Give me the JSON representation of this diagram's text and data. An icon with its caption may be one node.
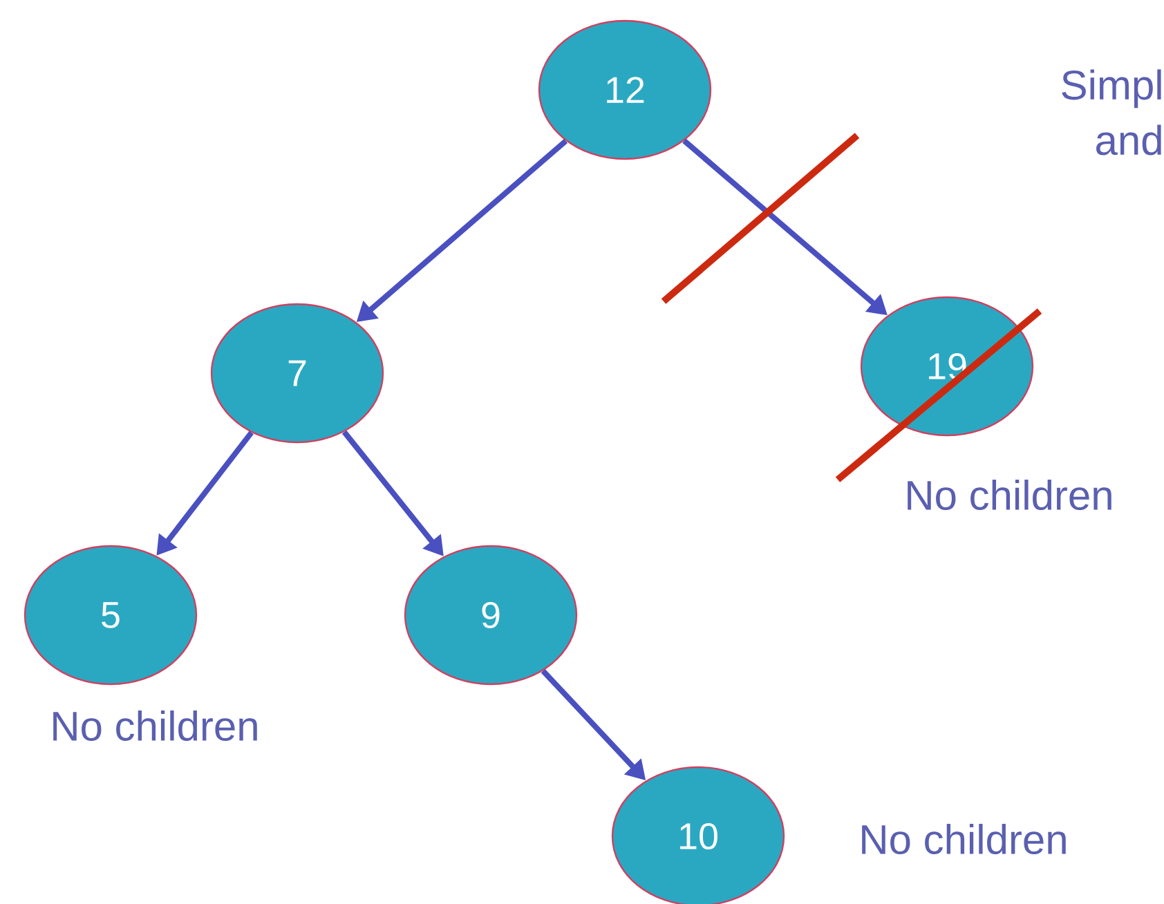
{
  "diagram": {
    "nodes": [
      {
        "text": [
          "12"
        ]
      },
      {
        "text": [
          "7"
        ]
      },
      {
        "text": [
          "19"
        ],
        "beside": [
          "No children"
        ]
      },
      {
        "text": [
          "5"
        ],
        "beside": [
          "No children"
        ]
      },
      {
        "text": [
          "9"
        ]
      },
      {
        "text": [
          "10"
        ],
        "beside": [
          "No children"
        ]
      }
    ],
    "edges": [
      {
        "from": 0,
        "to": 1,
        "arrow": "to"
      },
      {
        "from": 0,
        "to": 2,
        "arrow": "to"
      },
      {
        "from": 1,
        "to": 3,
        "arrow": "to"
      },
      {
        "from": 1,
        "to": 4,
        "arrow": "to"
      },
      {
        "from": 4,
        "to": 5,
        "arrow": "to"
      }
    ],
    "labels": [
      "Simpl",
      "and"
    ]
  }
}
